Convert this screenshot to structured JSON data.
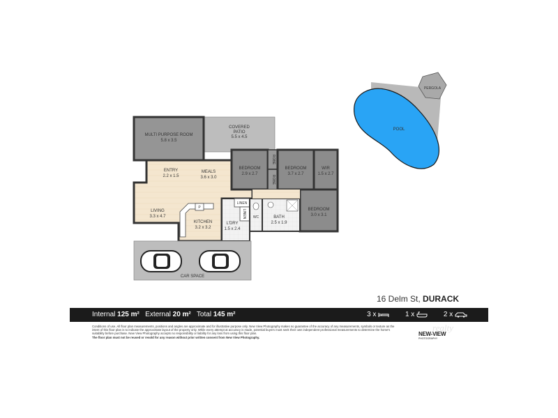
{
  "rooms": {
    "multi_purpose": {
      "name": "MULTI PURPOSE ROOM",
      "size": "5.8 x 3.5"
    },
    "covered_patio": {
      "name": "COVERED",
      "name2": "PATIO",
      "size": "5.5 x 4.5"
    },
    "entry": {
      "name": "ENTRY",
      "size": "2.2 x 1.5"
    },
    "meals": {
      "name": "MEALS",
      "size": "3.6 x 3.0"
    },
    "bedroom1": {
      "name": "BEDROOM",
      "size": "2.9 x 2.7"
    },
    "robe1": {
      "name": "ROBE"
    },
    "bedroom2": {
      "name": "BEDROOM",
      "size": "3.7 x 2.7"
    },
    "robe2": {
      "name": "ROBE"
    },
    "wir": {
      "name": "WIR",
      "size": "1.5 x 2.7"
    },
    "living": {
      "name": "LIVING",
      "size": "3.3 x 4.7"
    },
    "kitchen": {
      "name": "KITCHEN",
      "size": "3.2 x 3.2"
    },
    "pantry": {
      "name": "P"
    },
    "linen1": {
      "name": "LINEN"
    },
    "linen2": {
      "name": "LINEN"
    },
    "laundry": {
      "name": "L'DRY",
      "size": "1.5 x 2.4"
    },
    "wc": {
      "name": "WC"
    },
    "bath": {
      "name": "BATH",
      "size": "2.5 x 1.9"
    },
    "bedroom3": {
      "name": "BEDROOM",
      "size": "3.0 x 3.1"
    },
    "car_space": {
      "name": "CAR SPACE"
    },
    "pool": {
      "name": "POOL"
    },
    "pergola": {
      "name": "PERGOLA"
    }
  },
  "address": {
    "street": "16 Delm St,",
    "suburb": "DURACK"
  },
  "areas": {
    "internal_label": "Internal",
    "internal_value": "125 m²",
    "external_label": "External",
    "external_value": "20 m²",
    "total_label": "Total",
    "total_value": "145 m²"
  },
  "counts": {
    "bedrooms": "3 x",
    "bathrooms": "1 x",
    "cars": "2 x"
  },
  "disclaimer": {
    "text": "Conditions of use. All floor plan measurements, positions and angles are approximate and for illustrative purpose only. New View Photography makes no guarantee of the accuracy of any measurements, symbols or texture as the intent of this floor plan is to indicate the approximate layout of the property only. While every attempt at accuracy is made, potential buyers must seek their own independent professional measurements to determine the home's suitability before purchase. New View Photography accepts no responsibility or liability for any loss from using this floor plan.",
    "strong": "The floor plan must not be reused or resold for any reason without prior written consent from New View Photography."
  },
  "brand": {
    "name": "NEW-VIEW",
    "sub": "PHOTOGRAPHY",
    "watermark": "realty"
  },
  "colors": {
    "wood": "#f3e4cc",
    "carpet": "#8c8c8c",
    "concrete": "#bdbdbd",
    "tile": "#eeeeee",
    "pool": "#29a4f5",
    "bar": "#1b1b1b"
  }
}
